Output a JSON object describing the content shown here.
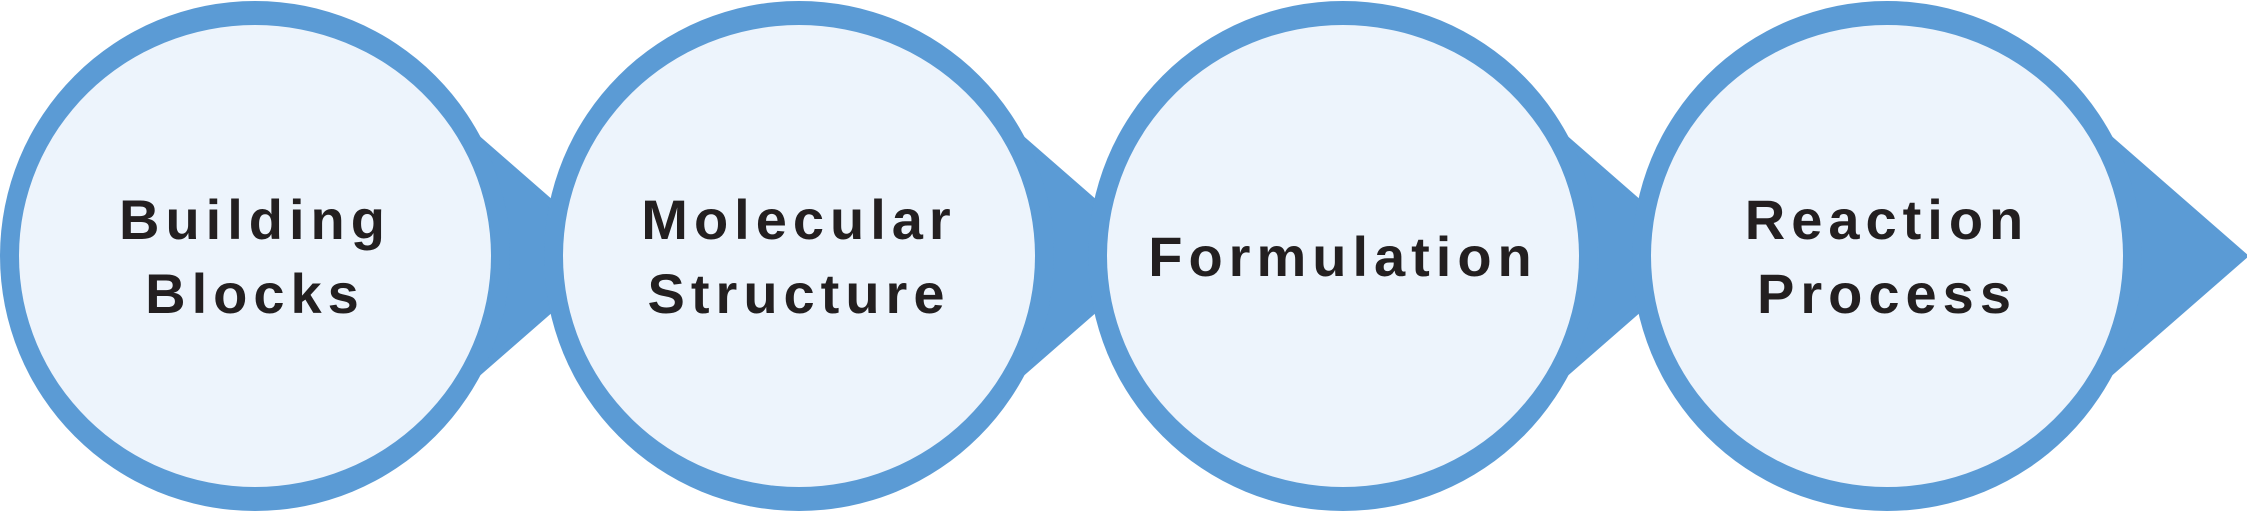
{
  "diagram": {
    "type": "process-flow",
    "colors": {
      "ring": "#5b9bd5",
      "fill": "#edf4fc",
      "text": "#231f20",
      "background": "#ffffff"
    },
    "steps": [
      {
        "id": "building-blocks",
        "lines": [
          "Building",
          "Blocks"
        ]
      },
      {
        "id": "molecular-structure",
        "lines": [
          "Molecular",
          "Structure"
        ]
      },
      {
        "id": "formulation",
        "lines": [
          "Formulation"
        ]
      },
      {
        "id": "reaction-process",
        "lines": [
          "Reaction",
          "Process"
        ]
      }
    ]
  }
}
